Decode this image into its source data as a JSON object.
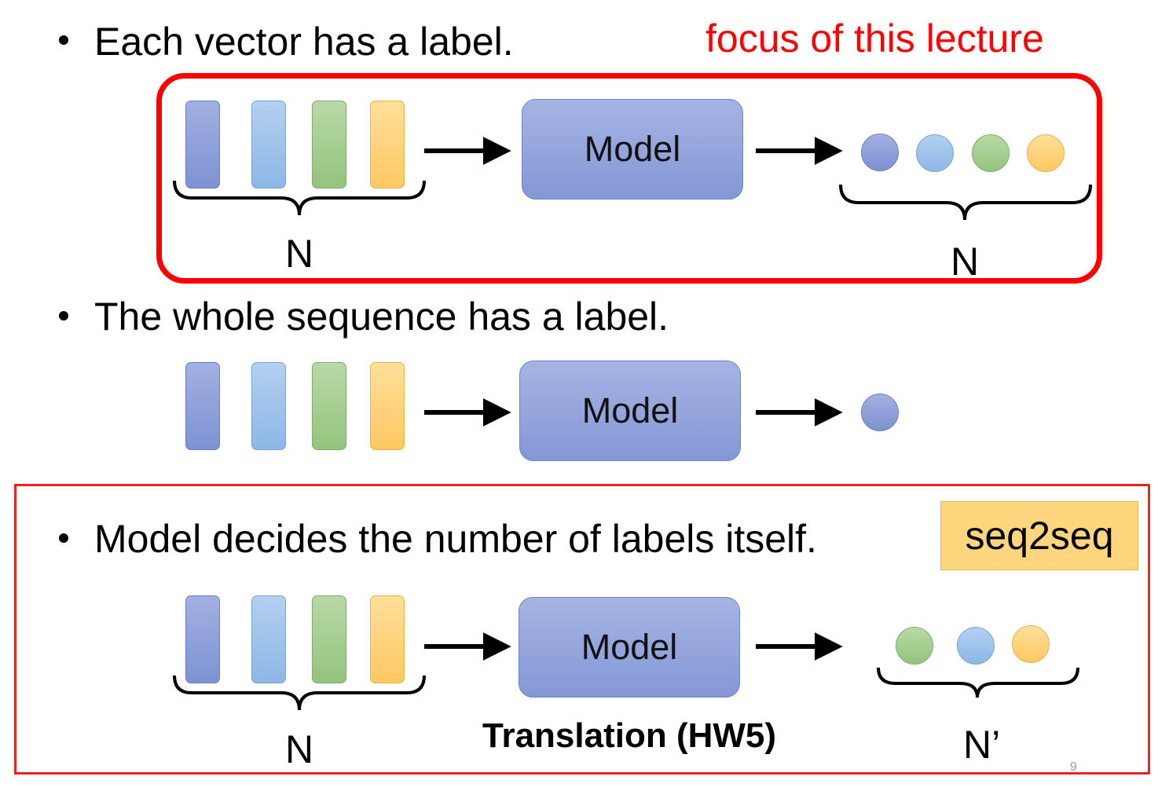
{
  "bullets": [
    {
      "text": "Each vector has a label."
    },
    {
      "text": "The whole sequence has a label."
    },
    {
      "text": "Model decides the number of labels itself."
    }
  ],
  "focus_note": "focus of this lecture",
  "model_label": "Model",
  "count_labels": {
    "n": "N",
    "n_prime": "N’"
  },
  "seq2seq_tag": "seq2seq",
  "caption": "Translation (HW5)",
  "page_number": "9",
  "colors": {
    "highlight_red": "#ff0000",
    "vector_blue_dark": "#8497d6",
    "vector_blue_light": "#9dc3e6",
    "vector_green": "#a9d18e",
    "vector_yellow": "#ffd57e"
  }
}
